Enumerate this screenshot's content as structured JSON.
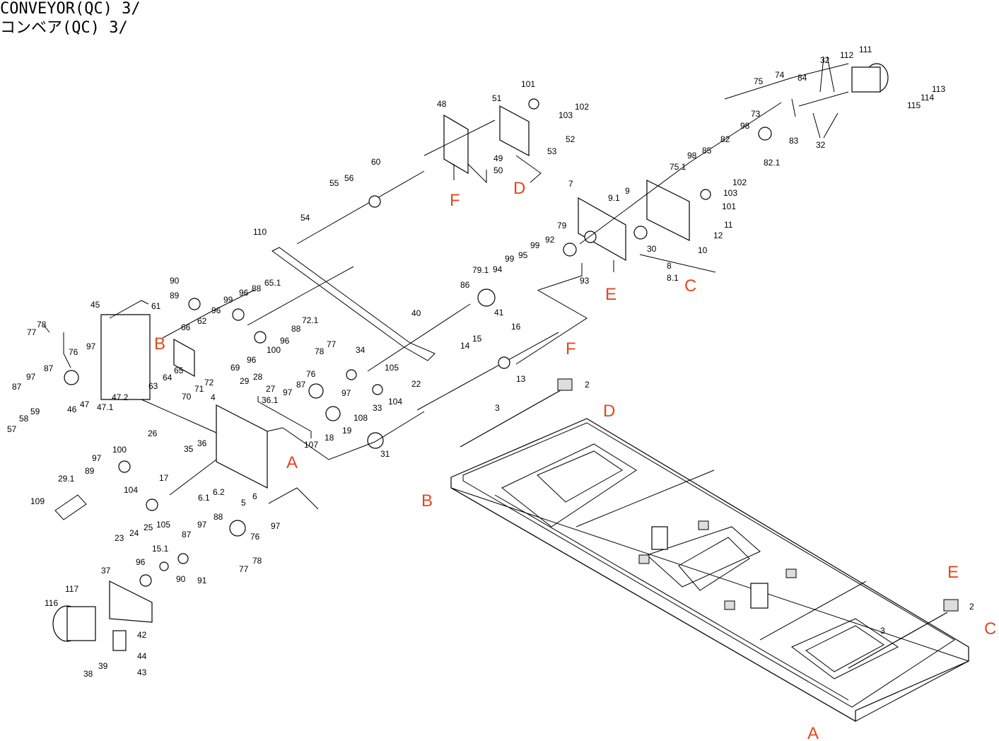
{
  "title": {
    "line1": "CONVEYOR(QC) 3/",
    "line2": "コンベア(QC) 3/"
  },
  "colors": {
    "reference_letter": "#e2471d",
    "line": "#000000"
  },
  "reference_letters": [
    "A",
    "B",
    "C",
    "D",
    "E",
    "F",
    "A",
    "B",
    "C",
    "D",
    "E",
    "F"
  ],
  "part_numbers": [
    "2",
    "2",
    "3",
    "3",
    "4",
    "5",
    "6",
    "6.1",
    "6.2",
    "7",
    "8",
    "8.1",
    "9",
    "9.1",
    "10",
    "11",
    "12",
    "13",
    "14",
    "15",
    "15.1",
    "16",
    "17",
    "18",
    "19",
    "22",
    "23",
    "24",
    "25",
    "26",
    "27",
    "28",
    "29",
    "29.1",
    "30",
    "31",
    "32",
    "32",
    "33",
    "34",
    "35",
    "36",
    "36.1",
    "37",
    "38",
    "39",
    "40",
    "41",
    "42",
    "43",
    "44",
    "45",
    "46",
    "47",
    "47.1",
    "47.2",
    "48",
    "49",
    "50",
    "51",
    "52",
    "53",
    "54",
    "55",
    "56",
    "57",
    "58",
    "59",
    "60",
    "61",
    "62",
    "63",
    "64",
    "65",
    "65.1",
    "66",
    "69",
    "70",
    "71",
    "72",
    "72.1",
    "73",
    "74",
    "75",
    "75.1",
    "76",
    "76",
    "76",
    "77",
    "77",
    "77",
    "78",
    "78",
    "78",
    "79",
    "79.1",
    "82",
    "82.1",
    "83",
    "84",
    "85",
    "86",
    "87",
    "87",
    "87",
    "87",
    "88",
    "88",
    "88",
    "89",
    "89",
    "90",
    "90",
    "91",
    "92",
    "93",
    "94",
    "95",
    "96",
    "96",
    "96",
    "96",
    "96",
    "97",
    "97",
    "97",
    "97",
    "97",
    "97",
    "97",
    "98",
    "98",
    "99",
    "99",
    "99",
    "100",
    "100",
    "101",
    "101",
    "102",
    "102",
    "103",
    "103",
    "104",
    "104",
    "105",
    "105",
    "107",
    "108",
    "109",
    "110",
    "111",
    "112",
    "113",
    "114",
    "115",
    "116",
    "117"
  ]
}
